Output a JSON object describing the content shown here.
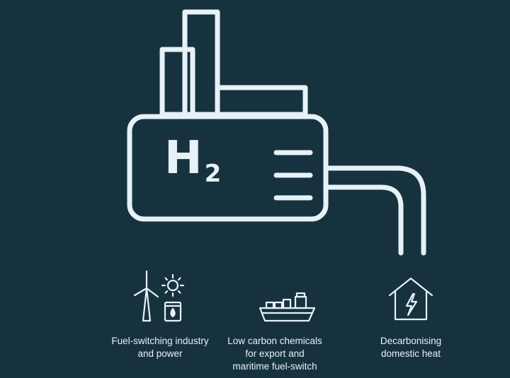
{
  "diagram": {
    "center_label": "H",
    "center_label_sub": "2"
  },
  "uses": [
    {
      "icon": "wind-turbine-solar-fuel-icon",
      "label": "Fuel-switching industry\nand power"
    },
    {
      "icon": "cargo-ship-icon",
      "label": "Low carbon chemicals\nfor export and\nmaritime fuel-switch"
    },
    {
      "icon": "house-lightning-icon",
      "label": "Decarbonising\ndomestic heat"
    }
  ],
  "colors": {
    "background": "#17323f",
    "line": "#e7f1f8"
  }
}
